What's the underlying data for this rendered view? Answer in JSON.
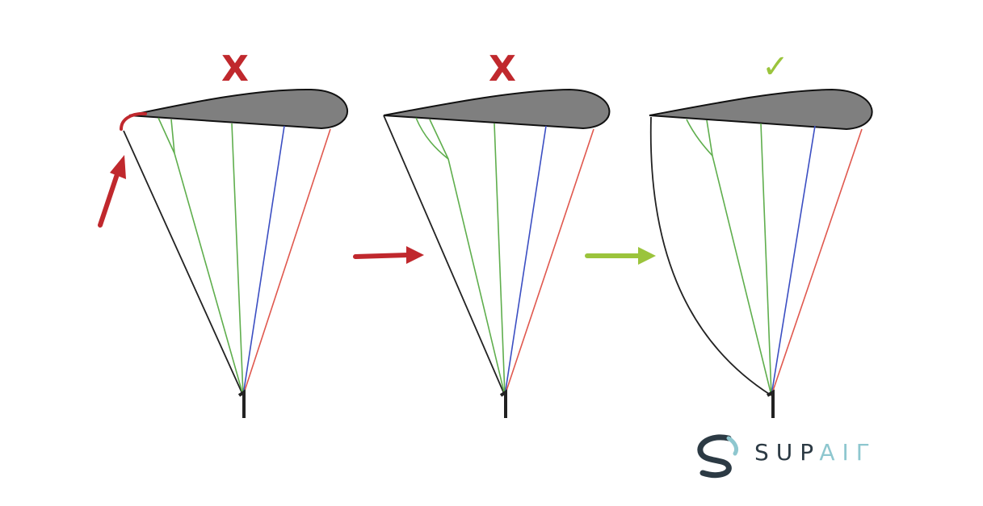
{
  "colors": {
    "wing_fill": "#7f7f7f",
    "wing_stroke": "#111111",
    "line_black": "#222222",
    "line_green": "#5fae4d",
    "line_blue": "#3b4ec2",
    "line_red": "#e0584e",
    "bad_mark": "#c0282d",
    "good_mark": "#9bc43c",
    "brand_dark": "#2c3a44",
    "brand_light": "#8ec7cf"
  },
  "panels": [
    {
      "state": "incorrect",
      "mark_symbol": "X",
      "mark_color": "#c0282d",
      "arrow_direction": "up-right",
      "arrow_color": "#c0282d",
      "leading_edge_highlight": true
    },
    {
      "state": "incorrect",
      "mark_symbol": "X",
      "mark_color": "#c0282d",
      "arrow_direction": "right",
      "arrow_color": "#c0282d",
      "leading_edge_highlight": false
    },
    {
      "state": "correct",
      "mark_symbol": "✓",
      "mark_color": "#9bc43c",
      "arrow_direction": "right",
      "arrow_color": "#9bc43c",
      "leading_edge_highlight": false
    }
  ],
  "brand": {
    "logo_icon": "supair-swirl-icon",
    "name_part1": "SUP",
    "name_part2": "AIΓ"
  }
}
